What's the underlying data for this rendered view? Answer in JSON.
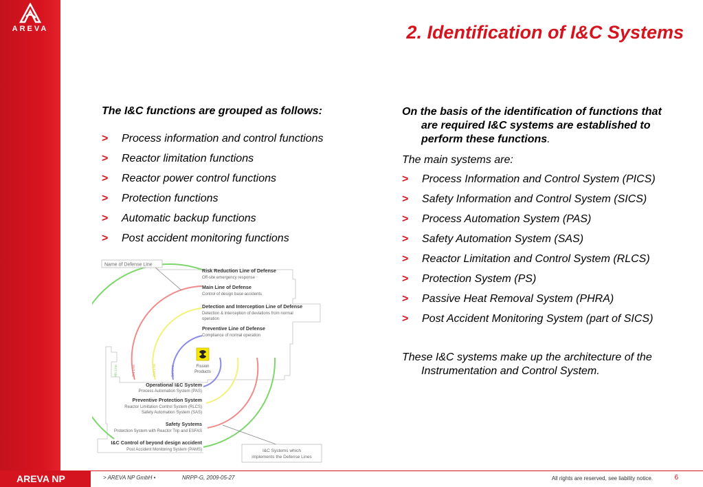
{
  "logo": {
    "text": "AREVA"
  },
  "title": "2. Identification of I&C Systems",
  "left": {
    "heading": "The I&C functions are grouped as follows:",
    "items": [
      "Process information and control functions",
      "Reactor limitation  functions",
      "Reactor power control functions",
      "Protection functions",
      "Automatic backup functions",
      "Post accident monitoring functions"
    ]
  },
  "right": {
    "intro": "On the basis of the identification of functions that are required I&C systems are established to perform these functions",
    "intro_end": ".",
    "main": "The main systems are:",
    "items": [
      "Process Information and Control System (PICS)",
      "Safety Information and Control System (SICS)",
      "Process Automation System (PAS)",
      "Safety Automation System (SAS)",
      "Reactor Limitation and Control System (RLCS)",
      "Protection System (PS)",
      "Passive Heat Removal System (PHRA)",
      "Post Accident Monitoring System (part of SICS)"
    ],
    "outro": "These I&C systems make up the architecture of the Instrumentation and Control System."
  },
  "bullet": ">",
  "diagram": {
    "name_label": "Name of Defense Line",
    "lines": [
      {
        "title": "Risk Reduction Line of Defense",
        "sub": "Off-site emergency response",
        "color": "#7dd66a"
      },
      {
        "title": "Main Line of Defense",
        "sub": "Control of design base accidents",
        "color": "#f08a8a"
      },
      {
        "title": "Detection and Interception Line of Defense",
        "sub1": "Detection & interception of deviations from normal",
        "sub2": "operation",
        "color": "#f2f27a"
      },
      {
        "title": "Preventive Line of Defense",
        "sub": "Compliance of normal operation",
        "color": "#8b8be6"
      }
    ],
    "line_tags": [
      "4th Line",
      "3rd Line",
      "2nd Line",
      "1st Line"
    ],
    "fission": [
      "Fission",
      "Products"
    ],
    "systems": [
      {
        "title": "Operational I&C System",
        "sub": [
          "Process Automation System (PAS)"
        ]
      },
      {
        "title": "Preventive Protection System",
        "sub": [
          "Reactor Limitation Control System (RLCS)",
          "Safety Automation System (SAS)"
        ]
      },
      {
        "title": "Safety Systems",
        "sub": [
          "Protection System with Reactor Trip and ESFAS"
        ]
      },
      {
        "title": "I&C Control of beyond design accident",
        "sub": [
          "Post Accident Monitoring System (PAMS)"
        ]
      }
    ],
    "callout": [
      "I&C Systems which",
      "implements the Defense Lines"
    ]
  },
  "footer": {
    "brand": "AREVA NP",
    "company": "> AREVA NP GmbH •",
    "code": "NRPP-G, 2009-05-27",
    "rights": "All rights are reserved, see liability notice.",
    "page": "6"
  },
  "colors": {
    "brand_red": "#d4141e"
  }
}
